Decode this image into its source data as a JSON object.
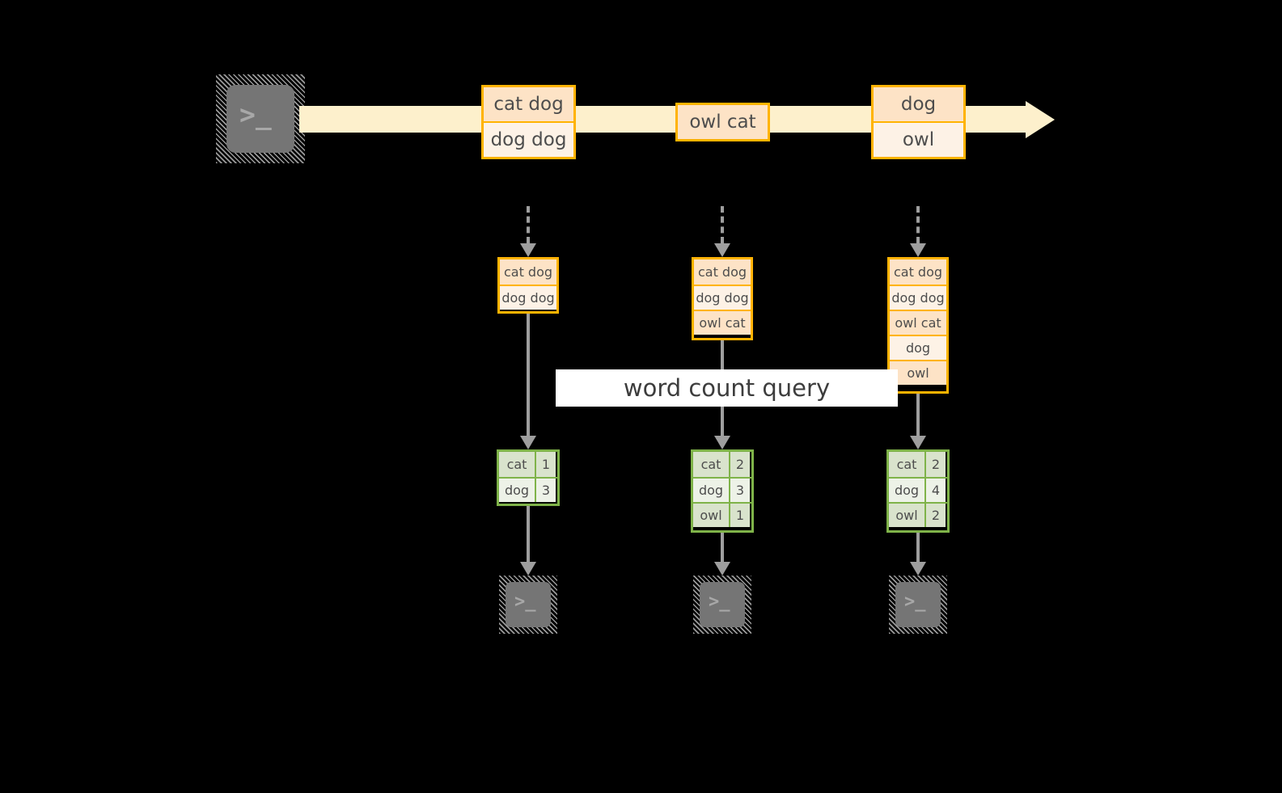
{
  "colors": {
    "background": "#000000",
    "stream_fill": "#fdf0cc",
    "message_border": "#ffb300",
    "message_fill_dark": "#fde3c6",
    "message_fill_light": "#fdf2e6",
    "result_border": "#7fb349",
    "result_fill_dark": "#d9e3cc",
    "result_fill_light": "#edf2e7",
    "connector": "#9e9e9e",
    "terminal_body": "#757575",
    "terminal_glyph": "#a8a8a8",
    "banner_fill": "#ffffff"
  },
  "source": {
    "icon": "terminal-icon",
    "glyph": ">_"
  },
  "stream": {
    "label": "record-stream-arrow",
    "messages": [
      {
        "id": "stream-message-1",
        "lines": [
          {
            "text": "cat dog",
            "shade": "dark"
          },
          {
            "text": "dog dog",
            "shade": "light"
          }
        ]
      },
      {
        "id": "stream-message-2",
        "lines": [
          {
            "text": "owl cat",
            "shade": "dark"
          }
        ]
      },
      {
        "id": "stream-message-3",
        "lines": [
          {
            "text": "dog",
            "shade": "dark"
          },
          {
            "text": "owl",
            "shade": "light"
          }
        ]
      }
    ]
  },
  "query": {
    "label": "word count query"
  },
  "columns": [
    {
      "id": "snapshot-1",
      "input_rows": [
        {
          "text": "cat dog",
          "shade": "dark"
        },
        {
          "text": "dog dog",
          "shade": "light"
        }
      ],
      "result_rows": [
        {
          "word": "cat",
          "count": "1",
          "shade": "dark"
        },
        {
          "word": "dog",
          "count": "3",
          "shade": "light"
        }
      ],
      "sink": {
        "icon": "terminal-icon",
        "glyph": ">_"
      }
    },
    {
      "id": "snapshot-2",
      "input_rows": [
        {
          "text": "cat dog",
          "shade": "dark"
        },
        {
          "text": "dog dog",
          "shade": "light"
        },
        {
          "text": "owl cat",
          "shade": "dark"
        }
      ],
      "result_rows": [
        {
          "word": "cat",
          "count": "2",
          "shade": "dark"
        },
        {
          "word": "dog",
          "count": "3",
          "shade": "light"
        },
        {
          "word": "owl",
          "count": "1",
          "shade": "dark"
        }
      ],
      "sink": {
        "icon": "terminal-icon",
        "glyph": ">_"
      }
    },
    {
      "id": "snapshot-3",
      "input_rows": [
        {
          "text": "cat dog",
          "shade": "dark"
        },
        {
          "text": "dog dog",
          "shade": "light"
        },
        {
          "text": "owl cat",
          "shade": "dark"
        },
        {
          "text": "dog",
          "shade": "light"
        },
        {
          "text": "owl",
          "shade": "dark"
        }
      ],
      "result_rows": [
        {
          "word": "cat",
          "count": "2",
          "shade": "dark"
        },
        {
          "word": "dog",
          "count": "4",
          "shade": "light"
        },
        {
          "word": "owl",
          "count": "2",
          "shade": "dark"
        }
      ],
      "sink": {
        "icon": "terminal-icon",
        "glyph": ">_"
      }
    }
  ]
}
